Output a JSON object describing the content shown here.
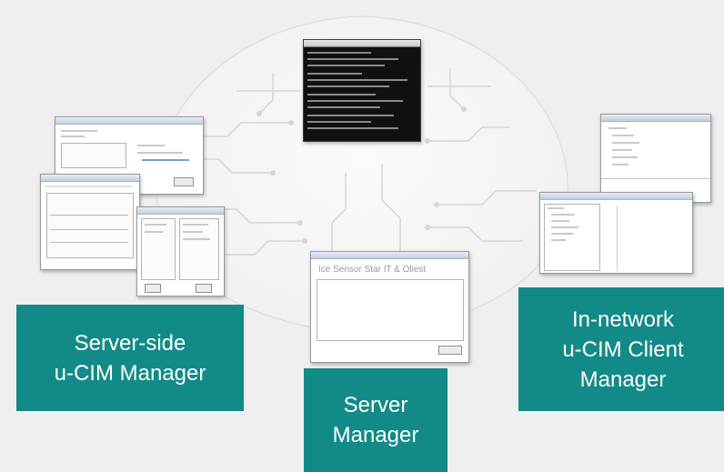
{
  "colors": {
    "background": "#efefef",
    "label_fill": "#128a88",
    "label_text": "#ffffff"
  },
  "labels": {
    "server_side": {
      "line1": "Server-side",
      "line2": "u-CIM Manager"
    },
    "server": {
      "line1": "Server",
      "line2": "Manager"
    },
    "in_network": {
      "line1": "In-network",
      "line2": "u-CIM Client",
      "line3": "Manager"
    }
  },
  "screens": {
    "server_manager_header": "Ice Sensor Star IT & Oliest"
  }
}
